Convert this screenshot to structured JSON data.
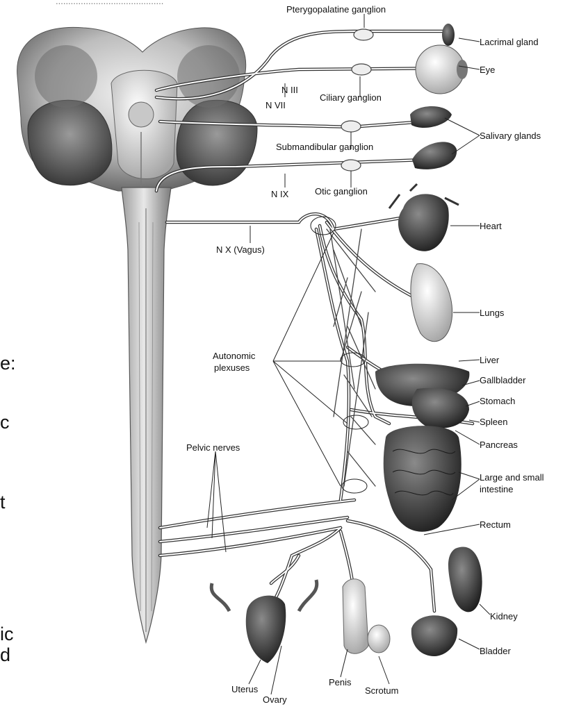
{
  "header_fragment": "...........................................",
  "labels": {
    "pterygopalatine": "Pterygopalatine ganglion",
    "lacrimal": "Lacrimal gland",
    "eye": "Eye",
    "n3": "N III",
    "n7": "N VII",
    "ciliary": "Ciliary ganglion",
    "salivary": "Salivary glands",
    "submandibular": "Submandibular ganglion",
    "n9": "N IX",
    "otic": "Otic ganglion",
    "heart": "Heart",
    "vagus": "N X (Vagus)",
    "lungs": "Lungs",
    "autonomic_1": "Autonomic",
    "autonomic_2": "plexuses",
    "liver": "Liver",
    "gallbladder": "Gallbladder",
    "stomach": "Stomach",
    "spleen": "Spleen",
    "pancreas": "Pancreas",
    "pelvic": "Pelvic nerves",
    "intestine_1": "Large and small",
    "intestine_2": "intestine",
    "rectum": "Rectum",
    "kidney": "Kidney",
    "bladder": "Bladder",
    "uterus": "Uterus",
    "penis": "Penis",
    "ovary": "Ovary",
    "scrotum": "Scrotum"
  },
  "left_fragments": [
    "e:",
    "c",
    "t",
    "ic",
    "d"
  ]
}
